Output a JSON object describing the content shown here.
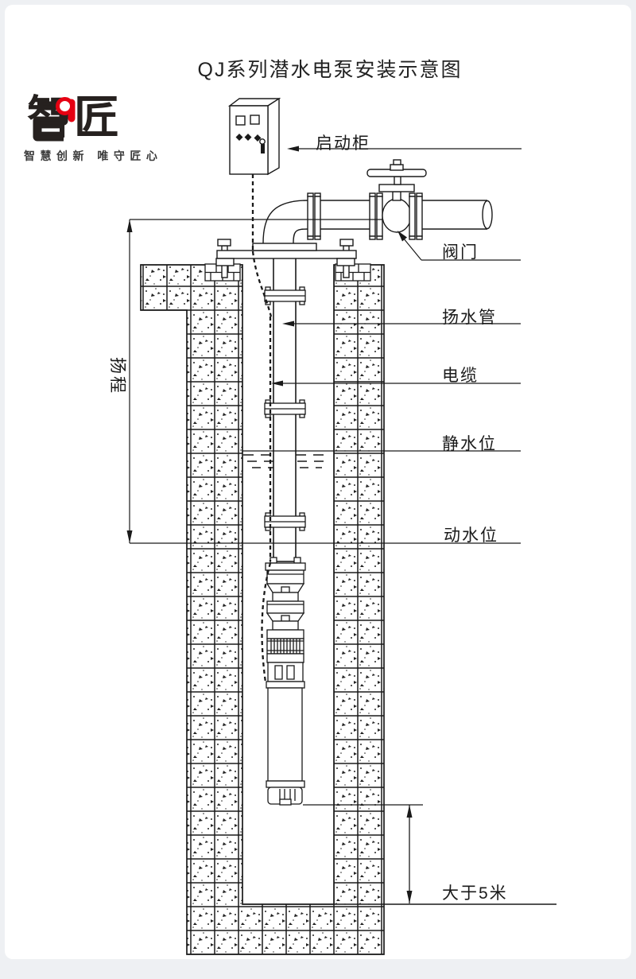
{
  "title": "QJ系列潜水电泵安装示意图",
  "logo": {
    "char_zhi": "智",
    "char_jiang": "匠",
    "tagline": "智慧创新  唯守匠心",
    "black": "#26211f",
    "red": "#e60012"
  },
  "labels": {
    "start_cabinet": "启动柜",
    "valve": "阀门",
    "riser_pipe": "扬水管",
    "cable": "电缆",
    "static_water_level": "静水位",
    "dynamic_water_level": "动水位",
    "head": "扬程",
    "min_depth": "大于5米"
  },
  "diagram": {
    "line_color": "#1a1a1a",
    "background": "#ffffff"
  }
}
